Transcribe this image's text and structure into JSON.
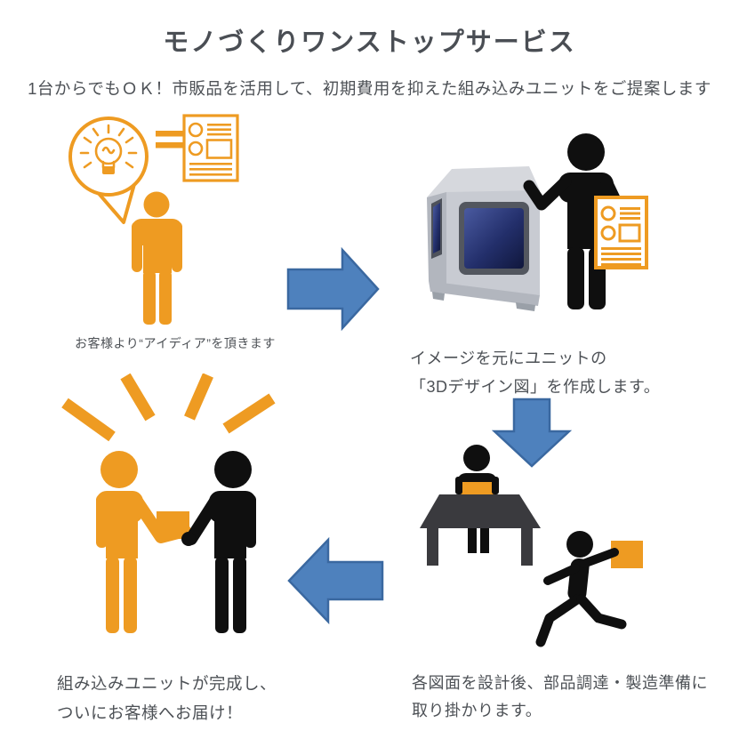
{
  "page": {
    "title": "モノづくりワンストップサービス",
    "subtitle": "1台からでもＯＫ！市販品を活用して、初期費用を抑えた組み込みユニットをご提案します"
  },
  "steps": [
    {
      "name": "idea",
      "caption_lines": [
        "お客様より“アイディア”を頂きます"
      ],
      "icons": [
        "idea-speech-bubble-icon",
        "lightbulb-icon",
        "equals-sign-icon",
        "spec-document-icon",
        "customer-person-icon"
      ]
    },
    {
      "name": "3d-design",
      "caption_lines": [
        "イメージを元にユニットの",
        "「3Dデザイン図」を作成します。"
      ],
      "icons": [
        "machine-unit-icon",
        "engineer-person-icon",
        "design-document-icon"
      ]
    },
    {
      "name": "procurement",
      "caption_lines": [
        "各図面を設計後、部品調達・製造準備に",
        "取り掛かります。"
      ],
      "icons": [
        "designer-at-desk-icon",
        "runner-with-parts-icon"
      ]
    },
    {
      "name": "delivery",
      "caption_lines": [
        "組み込みユニットが完成し、",
        "ついにお客様へお届け！"
      ],
      "icons": [
        "celebration-rays-icon",
        "handshake-delivery-icon"
      ]
    }
  ],
  "arrows": [
    {
      "direction": "right"
    },
    {
      "direction": "down"
    },
    {
      "direction": "left"
    }
  ],
  "colors": {
    "orange": "#EE9B22",
    "black": "#0f0f0f",
    "arrow_fill": "#4E81BD",
    "arrow_border": "#3A68A0",
    "machine_gray": "#C8CBD2",
    "desk_gray": "#3A3A3E",
    "glass_navy": "#232F6B",
    "text_gray": "#4D5156"
  }
}
